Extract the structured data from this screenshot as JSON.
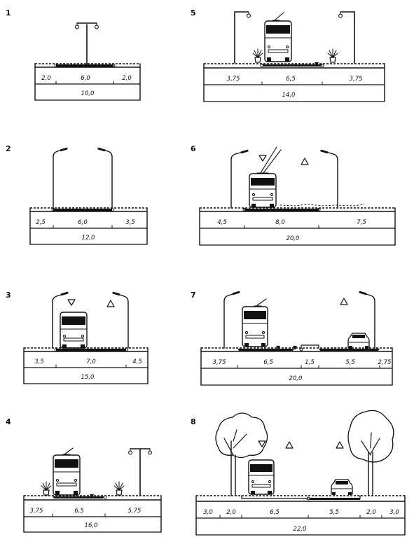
{
  "sections": [
    {
      "id": "1",
      "label": "1",
      "segments": [
        "2,0",
        "6,0",
        "2,0"
      ],
      "total": "10,0",
      "elements": [
        "mast-double-lamp"
      ]
    },
    {
      "id": "2",
      "label": "2",
      "segments": [
        "2,5",
        "6,0",
        "3,5"
      ],
      "total": "12,0",
      "elements": [
        "lamp-left",
        "lamp-right"
      ]
    },
    {
      "id": "3",
      "label": "3",
      "segments": [
        "3,5",
        "7,0",
        "4,5"
      ],
      "total": "15,0",
      "elements": [
        "tram",
        "lamp-left",
        "lamp-right",
        "sign-down",
        "sign-up"
      ]
    },
    {
      "id": "4",
      "label": "4",
      "segments": [
        "3,75",
        "6,5",
        "5,75"
      ],
      "total": "16,0",
      "elements": [
        "tram",
        "plant-left",
        "plant-right",
        "mast-double-lamp"
      ]
    },
    {
      "id": "5",
      "label": "5",
      "segments": [
        "3,75",
        "6,5",
        "3,75"
      ],
      "total": "14,0",
      "elements": [
        "mast-left",
        "tram",
        "plant-left",
        "plant-right",
        "mast-right"
      ]
    },
    {
      "id": "6",
      "label": "6",
      "segments": [
        "4,5",
        "8,0",
        "7,5"
      ],
      "total": "20,0",
      "elements": [
        "lamp-left",
        "tram-overhead",
        "sign-down",
        "sign-up",
        "lamp-right"
      ]
    },
    {
      "id": "7",
      "label": "7",
      "segments": [
        "3,75",
        "6,5",
        "1,5",
        "5,5",
        "2,75"
      ],
      "total": "20,0",
      "elements": [
        "lamp-left",
        "tram",
        "car",
        "sign-up",
        "lamp-right"
      ]
    },
    {
      "id": "8",
      "label": "8",
      "segments": [
        "3,0",
        "2,0",
        "6,5",
        "5,5",
        "2,0",
        "3,0"
      ],
      "total": "22,0",
      "elements": [
        "tree-left",
        "tree-right",
        "tram",
        "car",
        "sign-down",
        "sign-up",
        "sign-up"
      ]
    }
  ]
}
